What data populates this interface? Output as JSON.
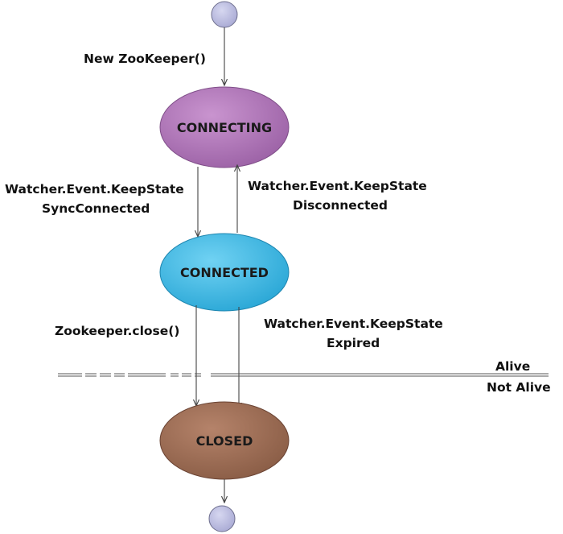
{
  "states": {
    "connecting": {
      "label": "CONNECTING",
      "color": "#a974b3"
    },
    "connected": {
      "label": "CONNECTED",
      "color": "#3fb6e2"
    },
    "closed": {
      "label": "CLOSED",
      "color": "#9c6b52"
    }
  },
  "pseudo_state_color": "#b8b9dd",
  "transitions": {
    "create": "New ZooKeeper()",
    "sync_connected": [
      "Watcher.Event.KeepState",
      "SyncConnected"
    ],
    "disconnected": [
      "Watcher.Event.KeepState",
      "Disconnected"
    ],
    "close": "Zookeeper.close()",
    "expired": [
      "Watcher.Event.KeepState",
      "Expired"
    ]
  },
  "boundary": {
    "upper": "Alive",
    "lower": "Not Alive"
  }
}
